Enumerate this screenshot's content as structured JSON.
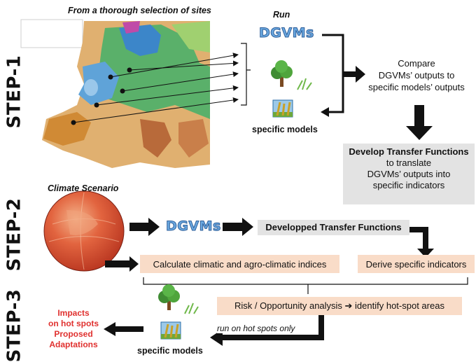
{
  "header": {
    "caption": "From a thorough selection of sites"
  },
  "steps": {
    "step1": "STEP-1",
    "step2": "STEP-2",
    "step3": "STEP-3"
  },
  "step1": {
    "run_label": "Run",
    "dgvms": "DGVMs",
    "specific_models": "specific models",
    "compare": [
      "Compare",
      "DGVMs’ outputs to",
      "specific models’ outputs"
    ],
    "develop_title": "Develop Transfer Functions",
    "develop_body": [
      "to translate",
      "DGVMs’ outputs into",
      "specific indicators"
    ]
  },
  "step2": {
    "climate_scenario": "Climate Scenario",
    "dgvms": "DGVMs",
    "transfer_functions": "Developped Transfer Functions",
    "climatic_indices": "Calculate climatic and agro-climatic indices",
    "derive_indicators": "Derive specific indicators"
  },
  "step3": {
    "risk_analysis": "Risk / Opportunity analysis ➔ identify hot-spot areas",
    "run_hotspots": "run on hot spots only",
    "specific_models": "specific models",
    "outcomes": [
      "Impacts",
      "on hot spots",
      "Proposed",
      "Adaptations"
    ]
  },
  "colors": {
    "peach": "#f9dcc8",
    "grey": "#e3e3e3",
    "red": "#e0312f",
    "dgvm_blue": "#6aa8e0"
  }
}
